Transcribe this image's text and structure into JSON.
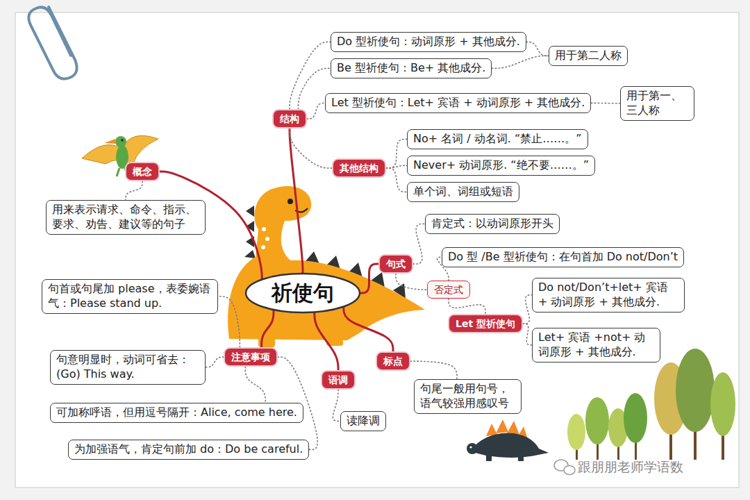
{
  "diagram": {
    "nodes": [
      {
        "text": [
          "祈使句"
        ]
      },
      {
        "text": [
          "结构"
        ]
      },
      {
        "text": [
          "Do 型祈使句：动词原形 + 其他成分."
        ]
      },
      {
        "text": [
          "Be 型祈使句：Be+ 其他成分."
        ]
      },
      {
        "text": [
          "用于第二人称"
        ]
      },
      {
        "text": [
          "Let 型祈使句：Let+ 宾语 + 动词原形 + 其他成分."
        ]
      },
      {
        "text": [
          "用于第一、三人称"
        ]
      },
      {
        "text": [
          "其他结构"
        ]
      },
      {
        "text": [
          "No+ 名词 / 动名词. “禁止……。”"
        ]
      },
      {
        "text": [
          "Never+ 动词原形. “绝不要……。”"
        ]
      },
      {
        "text": [
          "单个词、词组或短语"
        ]
      },
      {
        "text": [
          "概念"
        ]
      },
      {
        "text": [
          "用来表示请求、命令、指示、要求、劝告、建议等的句子"
        ]
      },
      {
        "text": [
          "句式"
        ]
      },
      {
        "text": [
          "肯定式：以动词原形开头"
        ]
      },
      {
        "text": [
          "否定式"
        ]
      },
      {
        "text": [
          "Do 型 /Be 型祈使句：在句首加 Do not/Don’t"
        ]
      },
      {
        "text": [
          "Let 型祈使句"
        ]
      },
      {
        "text": [
          "Do not/Don’t+let+ 宾语 + 动词原形 + 其他成分."
        ]
      },
      {
        "text": [
          "Let+ 宾语 +not+ 动词原形 + 其他成分."
        ]
      },
      {
        "text": [
          "注意事项"
        ]
      },
      {
        "text": [
          "句首或句尾加 please，表委婉语气：Please stand up."
        ]
      },
      {
        "text": [
          "句意明显时，动词可省去：(Go) This way."
        ]
      },
      {
        "text": [
          "可加称呼语，但用逗号隔开：Alice, come here."
        ]
      },
      {
        "text": [
          "为加强语气，肯定句前加 do：Do be careful."
        ]
      },
      {
        "text": [
          "语调"
        ]
      },
      {
        "text": [
          "读降调"
        ]
      },
      {
        "text": [
          "标点"
        ]
      },
      {
        "text": [
          "句尾一般用句号，语气较强用感叹号"
        ]
      }
    ],
    "edges": [
      {
        "from": 0,
        "to": 1,
        "arrow": "none"
      },
      {
        "from": 1,
        "to": 2,
        "arrow": "none"
      },
      {
        "from": 1,
        "to": 3,
        "arrow": "none"
      },
      {
        "from": 1,
        "to": 5,
        "arrow": "none"
      },
      {
        "from": 1,
        "to": 7,
        "arrow": "none"
      },
      {
        "from": 2,
        "to": 4,
        "arrow": "none"
      },
      {
        "from": 3,
        "to": 4,
        "arrow": "none"
      },
      {
        "from": 5,
        "to": 6,
        "arrow": "none"
      },
      {
        "from": 7,
        "to": 8,
        "arrow": "none"
      },
      {
        "from": 7,
        "to": 9,
        "arrow": "none"
      },
      {
        "from": 7,
        "to": 10,
        "arrow": "none"
      },
      {
        "from": 0,
        "to": 11,
        "arrow": "none"
      },
      {
        "from": 11,
        "to": 12,
        "arrow": "none"
      },
      {
        "from": 0,
        "to": 13,
        "arrow": "none"
      },
      {
        "from": 13,
        "to": 14,
        "arrow": "none"
      },
      {
        "from": 13,
        "to": 15,
        "arrow": "none"
      },
      {
        "from": 15,
        "to": 16,
        "arrow": "none"
      },
      {
        "from": 15,
        "to": 17,
        "arrow": "none"
      },
      {
        "from": 17,
        "to": 18,
        "arrow": "none"
      },
      {
        "from": 17,
        "to": 19,
        "arrow": "none"
      },
      {
        "from": 0,
        "to": 20,
        "arrow": "none"
      },
      {
        "from": 20,
        "to": 21,
        "arrow": "none"
      },
      {
        "from": 20,
        "to": 22,
        "arrow": "none"
      },
      {
        "from": 20,
        "to": 23,
        "arrow": "none"
      },
      {
        "from": 20,
        "to": 24,
        "arrow": "none"
      },
      {
        "from": 0,
        "to": 25,
        "arrow": "none"
      },
      {
        "from": 25,
        "to": 26,
        "arrow": "none"
      },
      {
        "from": 0,
        "to": 27,
        "arrow": "none"
      },
      {
        "from": 27,
        "to": 28,
        "arrow": "none"
      }
    ],
    "labels": [
      "跟朋朋老师学语数"
    ]
  }
}
